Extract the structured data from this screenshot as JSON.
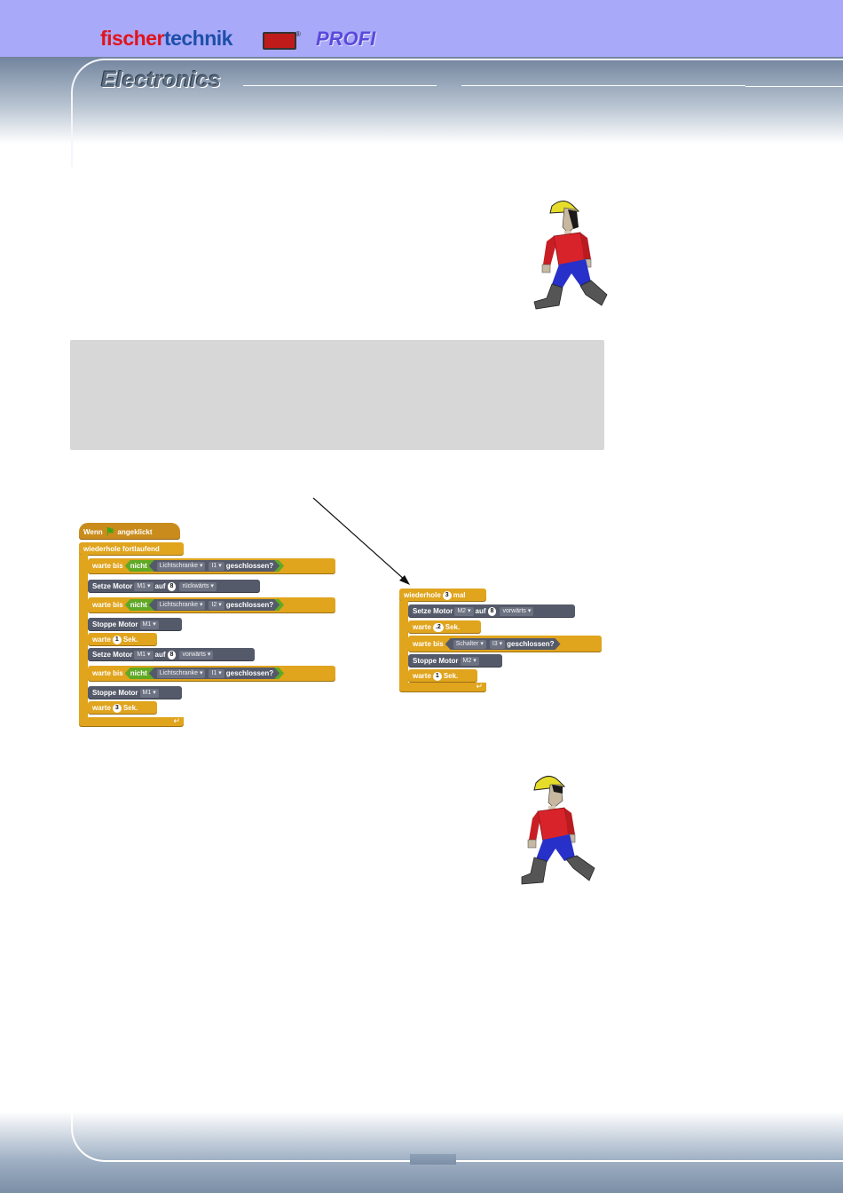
{
  "header": {
    "brand_part1": "fischer",
    "brand_part2": "technik",
    "registered": "®",
    "product": "PROFI",
    "section": "Electronics"
  },
  "colors": {
    "top_band": "#a9a9f9",
    "brand_red": "#e0141b",
    "brand_blue": "#1e4fa8",
    "control_block": "#e0a41d",
    "motor_block": "#555a6a",
    "operator_block": "#5fa925",
    "info_box": "#d7d7d7"
  },
  "icons": {
    "worker_figure": "worker-icon",
    "green_flag": "green-flag-icon",
    "loop_arrow": "loop-arrow-icon"
  },
  "script1": {
    "hat": {
      "w1": "Wenn",
      "w2": "angeklickt"
    },
    "forever": "wiederhole fortlaufend",
    "b1": {
      "a": "warte bis",
      "not": "nicht",
      "sensor": "Lichtschranke",
      "port": "I1",
      "state": "geschlossen?"
    },
    "b2": {
      "a": "Setze Motor",
      "motor": "M1",
      "auf": "auf",
      "val": "8",
      "dir": "rückwärts"
    },
    "b3": {
      "a": "warte bis",
      "not": "nicht",
      "sensor": "Lichtschranke",
      "port": "I2",
      "state": "geschlossen?"
    },
    "b4": {
      "a": "Stoppe Motor",
      "motor": "M1"
    },
    "b5": {
      "a": "warte",
      "val": "1",
      "unit": "Sek."
    },
    "b6": {
      "a": "Setze Motor",
      "motor": "M1",
      "auf": "auf",
      "val": "8",
      "dir": "vorwärts"
    },
    "b7": {
      "a": "warte bis",
      "not": "nicht",
      "sensor": "Lichtschranke",
      "port": "I1",
      "state": "geschlossen?"
    },
    "b8": {
      "a": "Stoppe Motor",
      "motor": "M1"
    },
    "b9": {
      "a": "warte",
      "val": "3",
      "unit": "Sek."
    }
  },
  "script2": {
    "repeat": {
      "a": "wiederhole",
      "val": "3",
      "b": "mal"
    },
    "b1": {
      "a": "Setze Motor",
      "motor": "M2",
      "auf": "auf",
      "val": "8",
      "dir": "vorwärts"
    },
    "b2": {
      "a": "warte",
      "val": ".2",
      "unit": "Sek."
    },
    "b3": {
      "a": "warte bis",
      "sensor": "Schalter",
      "port": "I3",
      "state": "geschlossen?"
    },
    "b4": {
      "a": "Stoppe Motor",
      "motor": "M2"
    },
    "b5": {
      "a": "warte",
      "val": "1",
      "unit": "Sek."
    }
  }
}
